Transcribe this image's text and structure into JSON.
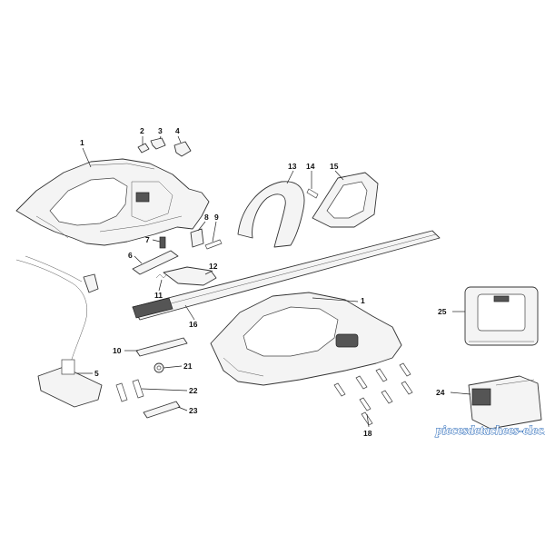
{
  "diagram": {
    "callouts": [
      {
        "id": "1a",
        "label": "1"
      },
      {
        "id": "2",
        "label": "2"
      },
      {
        "id": "3",
        "label": "3"
      },
      {
        "id": "4",
        "label": "4"
      },
      {
        "id": "5",
        "label": "5"
      },
      {
        "id": "6",
        "label": "6"
      },
      {
        "id": "7",
        "label": "7"
      },
      {
        "id": "8",
        "label": "8"
      },
      {
        "id": "9",
        "label": "9"
      },
      {
        "id": "10",
        "label": "10"
      },
      {
        "id": "11",
        "label": "11"
      },
      {
        "id": "12",
        "label": "12"
      },
      {
        "id": "13",
        "label": "13"
      },
      {
        "id": "14",
        "label": "14"
      },
      {
        "id": "15",
        "label": "15"
      },
      {
        "id": "16",
        "label": "16"
      },
      {
        "id": "1b",
        "label": "1"
      },
      {
        "id": "18",
        "label": "18"
      },
      {
        "id": "21",
        "label": "21"
      },
      {
        "id": "22",
        "label": "22"
      },
      {
        "id": "23",
        "label": "23"
      },
      {
        "id": "24",
        "label": "24"
      },
      {
        "id": "25",
        "label": "25"
      }
    ],
    "watermark": "piecesdetachees-elec.com",
    "colors": {
      "line": "#333333",
      "fill": "#f4f4f4",
      "watermark_fill": "#ffffff",
      "watermark_stroke": "#1a5fb4"
    }
  }
}
